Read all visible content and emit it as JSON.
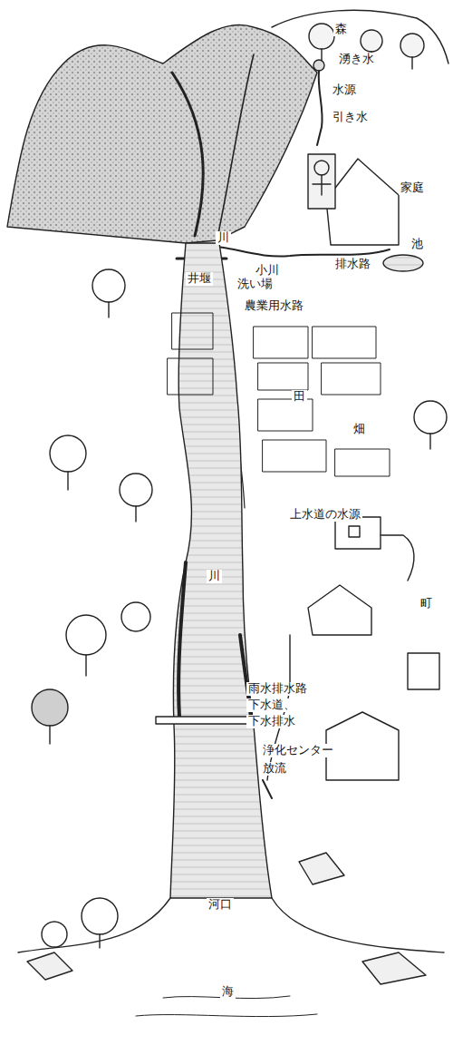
{
  "diagram": {
    "labels": [
      "森",
      "湧き水",
      "水源",
      "引き水",
      "家庭",
      "池",
      "排水路",
      "小川",
      "川",
      "井堰",
      "洗い場",
      "農業用水路",
      "田",
      "畑",
      "川",
      "上水道の水源",
      "町",
      "雨水排水路",
      "下水道、",
      "下水排水",
      "浄化センター",
      "放流",
      "河口",
      "海"
    ]
  }
}
